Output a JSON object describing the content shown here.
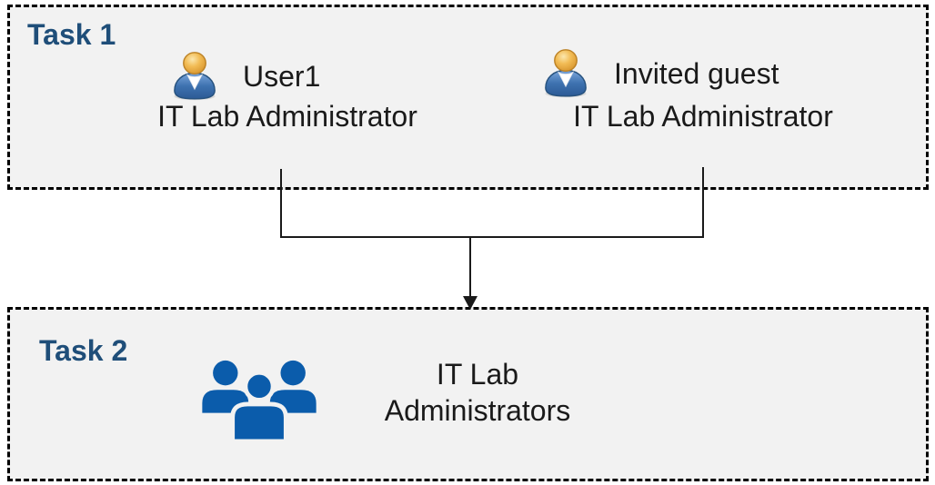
{
  "task1": {
    "label": "Task 1",
    "members": [
      {
        "name": "User1",
        "role": "IT Lab Administrator",
        "icon": "single-user-icon"
      },
      {
        "name": "Invited guest",
        "role": "IT Lab Administrator",
        "icon": "single-user-icon"
      }
    ]
  },
  "task2": {
    "label": "Task 2",
    "group_label": "IT Lab Administrators",
    "icon": "user-group-icon"
  },
  "connector": {
    "type": "merge-arrow",
    "from": [
      "User1",
      "Invited guest"
    ],
    "to": "IT Lab Administrators"
  },
  "colors": {
    "box_fill": "#F2F2F2",
    "box_border": "#000000",
    "task_label_blue": "#1F4E79",
    "text_black": "#1A1A1A",
    "group_icon_blue": "#0B5CAB",
    "person_head_gold": "#EDAF45",
    "person_body_blue": "#3E72B0",
    "connector_black": "#1A1A1A"
  }
}
